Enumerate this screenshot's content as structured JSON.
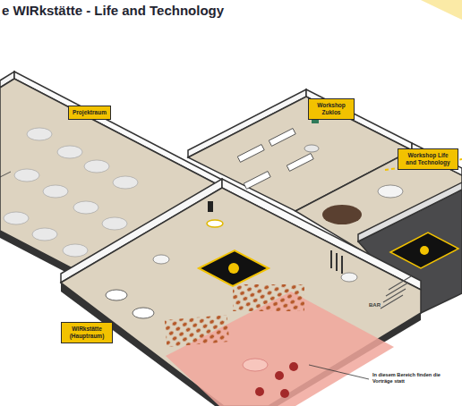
{
  "diagram": {
    "title": "e WIRkstätte - Life and Technology",
    "nodes": [
      {
        "text": [
          "Projektraum"
        ]
      },
      {
        "text": [
          "Workshop Zuklos"
        ]
      },
      {
        "text": [
          "Workshop Life and Technology"
        ]
      },
      {
        "text": [
          "WIRkstätte (Hauptraum)"
        ]
      }
    ],
    "labels": [
      "BAR",
      "In diesem Bereich finden die Vorträge statt"
    ]
  }
}
